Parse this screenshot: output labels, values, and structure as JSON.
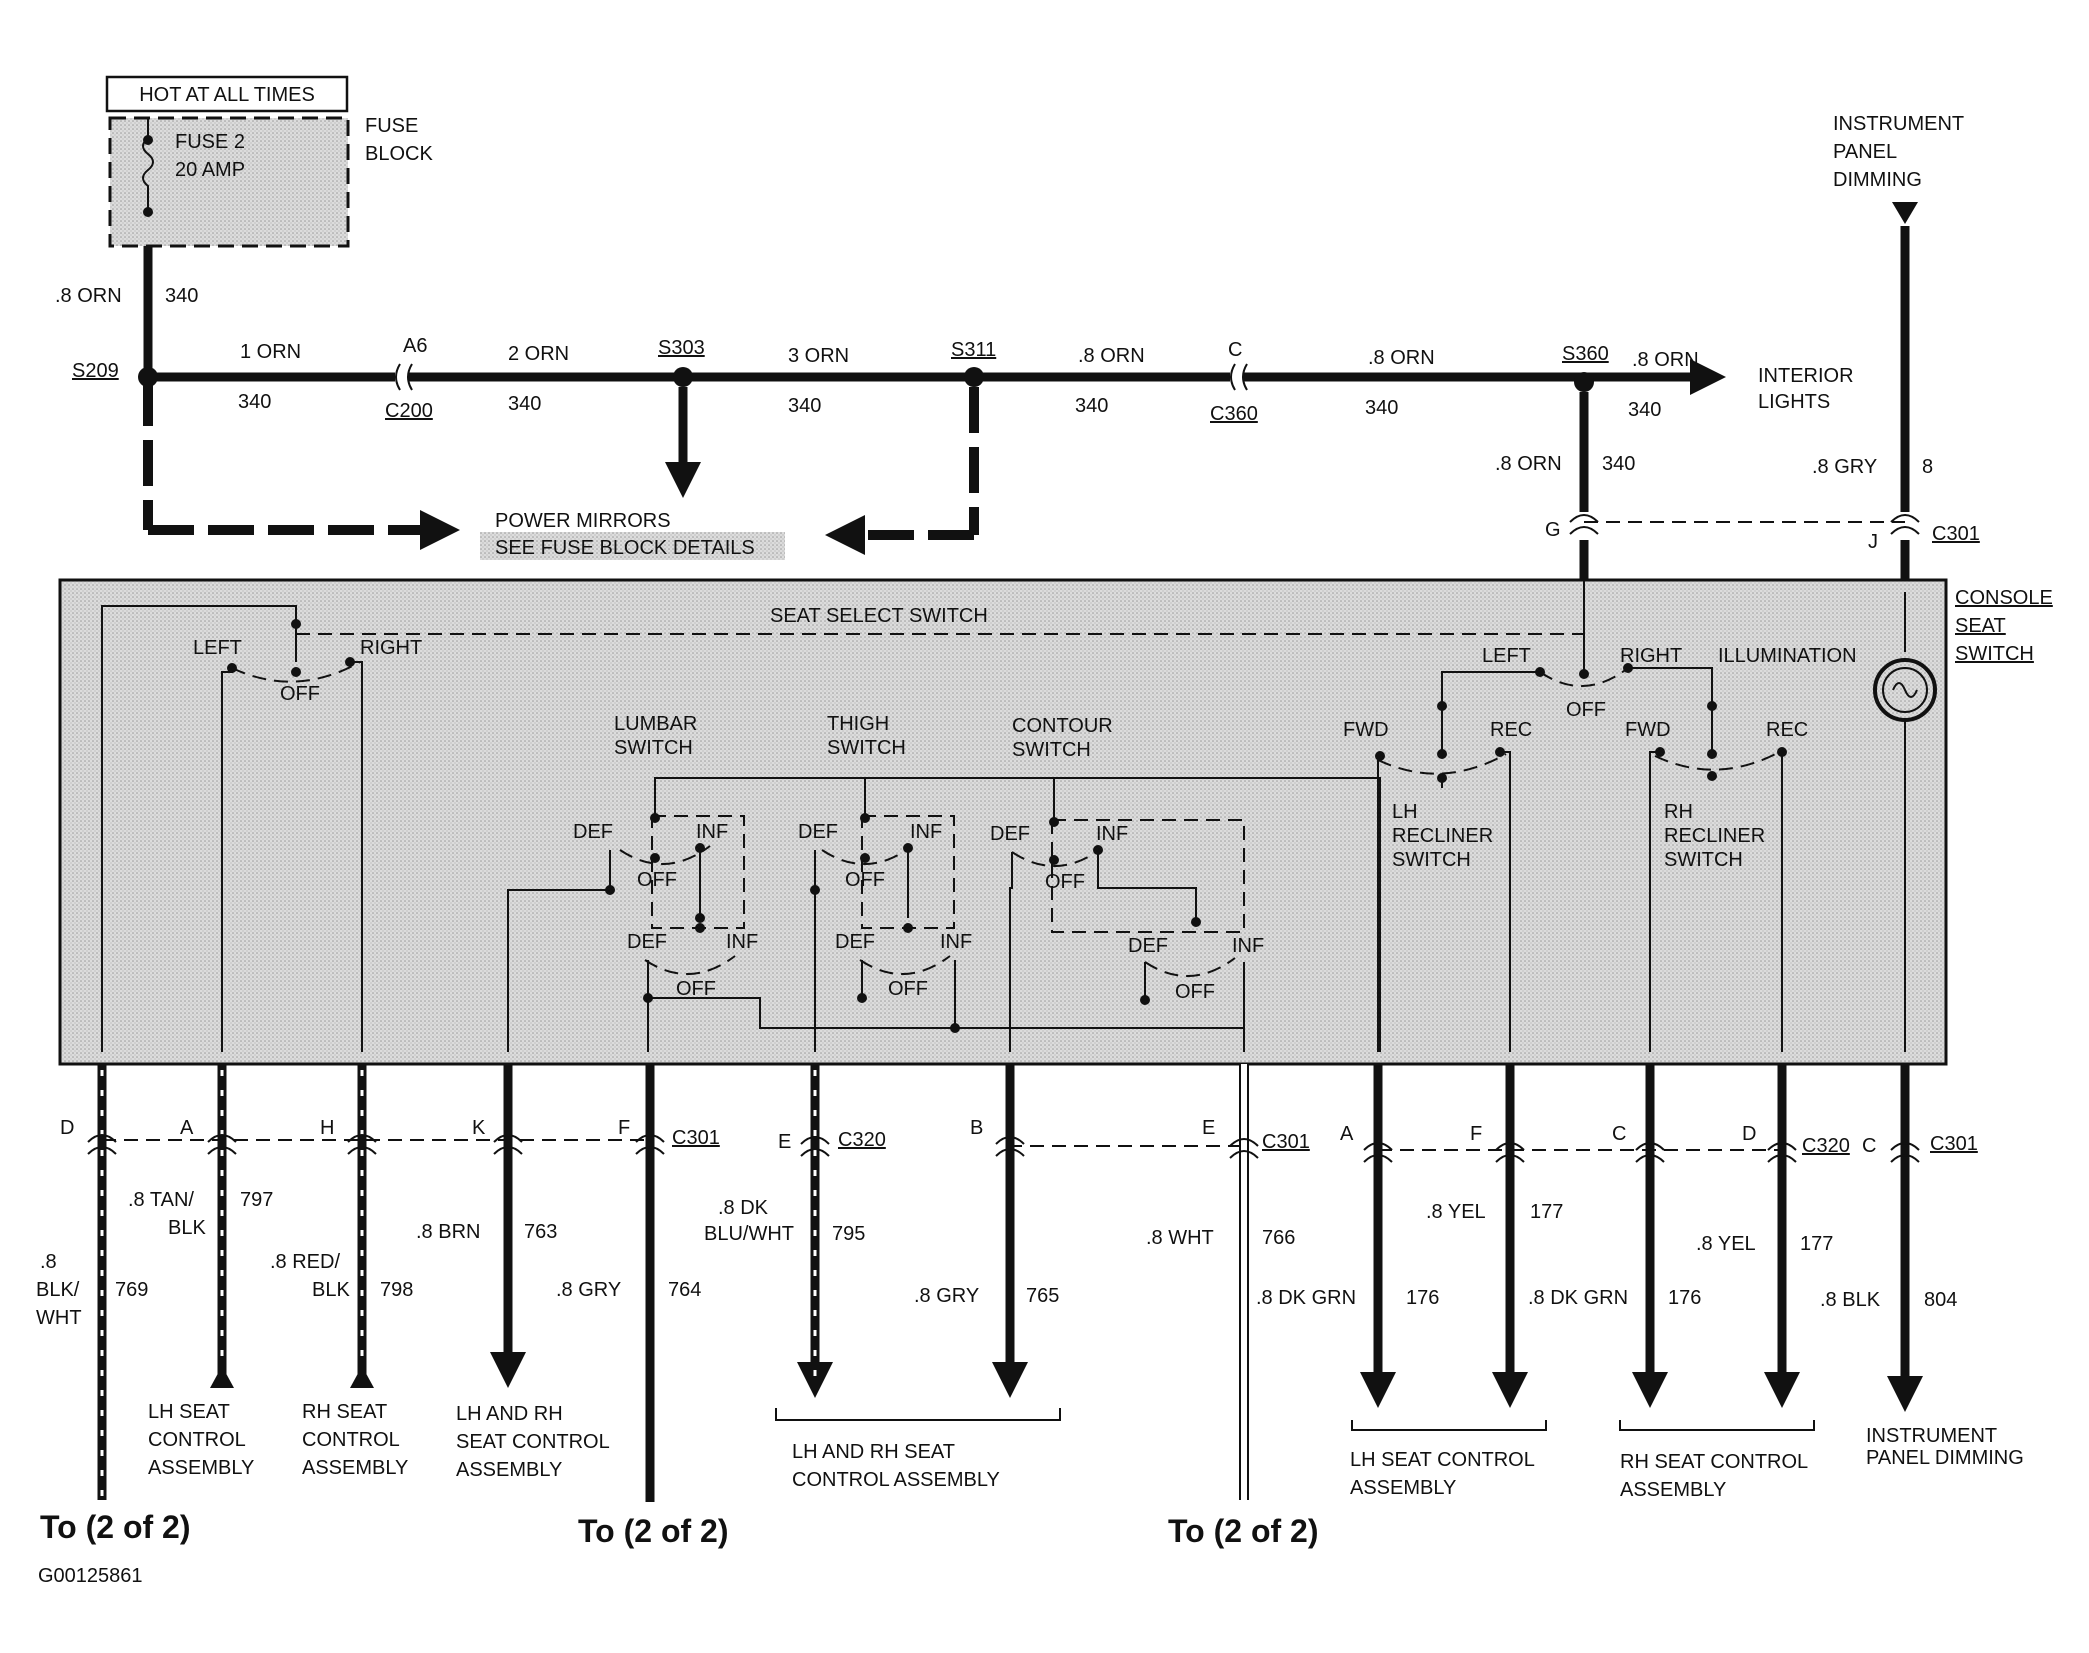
{
  "header": {
    "hot_at_all_times": "HOT AT ALL TIMES",
    "fuse_line1": "FUSE 2",
    "fuse_line2": "20 AMP",
    "fuse_block_line1": "FUSE",
    "fuse_block_line2": "BLOCK",
    "ip_dimming_line1": "INSTRUMENT",
    "ip_dimming_line2": "PANEL",
    "ip_dimming_line3": "DIMMING"
  },
  "bus": {
    "feed_wire": ".8 ORN",
    "feed_circuit": "340",
    "splices": [
      "S209",
      "S303",
      "S311",
      "S360"
    ],
    "connectors": {
      "a6": "A6",
      "c200": "C200",
      "c": "C",
      "c360": "C360"
    },
    "segments": [
      {
        "wire": "1 ORN",
        "circuit": "340"
      },
      {
        "wire": "2 ORN",
        "circuit": "340"
      },
      {
        "wire": "3 ORN",
        "circuit": "340"
      },
      {
        "wire": ".8 ORN",
        "circuit": "340"
      },
      {
        "wire": ".8 ORN",
        "circuit": "340"
      },
      {
        "wire": ".8 ORN",
        "circuit": "340"
      }
    ],
    "interior_lights_line1": "INTERIOR",
    "interior_lights_line2": "LIGHTS",
    "power_mirrors": "POWER MIRRORS",
    "see_fuse_block": "SEE FUSE BLOCK DETAILS",
    "drop_wire": ".8 ORN",
    "drop_circuit": "340",
    "dim_wire": ".8 GRY",
    "dim_circuit": "8",
    "pin_g": "G",
    "pin_j": "J",
    "c301_top": "C301"
  },
  "switch_box": {
    "seat_select": "SEAT SELECT SWITCH",
    "left": "LEFT",
    "right": "RIGHT",
    "off": "OFF",
    "lumbar_line1": "LUMBAR",
    "lumbar_line2": "SWITCH",
    "thigh_line1": "THIGH",
    "thigh_line2": "SWITCH",
    "contour_line1": "CONTOUR",
    "contour_line2": "SWITCH",
    "def": "DEF",
    "inf": "INF",
    "fwd": "FWD",
    "rec": "REC",
    "lh_recliner": [
      "LH",
      "RECLINER",
      "SWITCH"
    ],
    "rh_recliner": [
      "RH",
      "RECLINER",
      "SWITCH"
    ],
    "illumination": "ILLUMINATION",
    "console_seat_switch": [
      "CONSOLE",
      "SEAT",
      "SWITCH"
    ]
  },
  "bottom": {
    "pins": [
      "D",
      "A",
      "H",
      "K",
      "F",
      "E",
      "B",
      "E",
      "A",
      "F",
      "C",
      "D",
      "C"
    ],
    "connectors": [
      "C301",
      "C320",
      "C301",
      "C320",
      "C301"
    ],
    "wires": [
      {
        "w1": ".8",
        "w2": "BLK/",
        "w3": "WHT",
        "circuit": "769"
      },
      {
        "w1": ".8 TAN/",
        "w2": "BLK",
        "circuit": "797"
      },
      {
        "w1": ".8 RED/",
        "w2": "BLK",
        "circuit": "798"
      },
      {
        "w1": ".8 BRN",
        "circuit": "763"
      },
      {
        "w1": ".8 GRY",
        "circuit": "764"
      },
      {
        "w1": ".8 DK",
        "w2": "BLU/WHT",
        "circuit": "795"
      },
      {
        "w1": ".8 GRY",
        "circuit": "765"
      },
      {
        "w1": ".8 WHT",
        "circuit": "766"
      },
      {
        "w1": ".8 DK GRN",
        "circuit": "176"
      },
      {
        "w1": ".8 YEL",
        "circuit": "177"
      },
      {
        "w1": ".8 DK GRN",
        "circuit": "176"
      },
      {
        "w1": ".8 YEL",
        "circuit": "177"
      },
      {
        "w1": ".8 BLK",
        "circuit": "804"
      }
    ],
    "destinations": {
      "lh_seat": [
        "LH SEAT",
        "CONTROL",
        "ASSEMBLY"
      ],
      "rh_seat": [
        "RH SEAT",
        "CONTROL",
        "ASSEMBLY"
      ],
      "lh_rh_seat": [
        "LH AND RH",
        "SEAT CONTROL",
        "ASSEMBLY"
      ],
      "lh_rh_group": [
        "LH AND RH SEAT",
        "CONTROL ASSEMBLY"
      ],
      "lh_group": [
        "LH SEAT CONTROL",
        "ASSEMBLY"
      ],
      "rh_group": [
        "RH SEAT CONTROL",
        "ASSEMBLY"
      ],
      "ip_dim": [
        "INSTRUMENT",
        "PANEL DIMMING"
      ]
    },
    "to_2_of_2": "To (2 of 2)",
    "figure_id": "G00125861"
  }
}
